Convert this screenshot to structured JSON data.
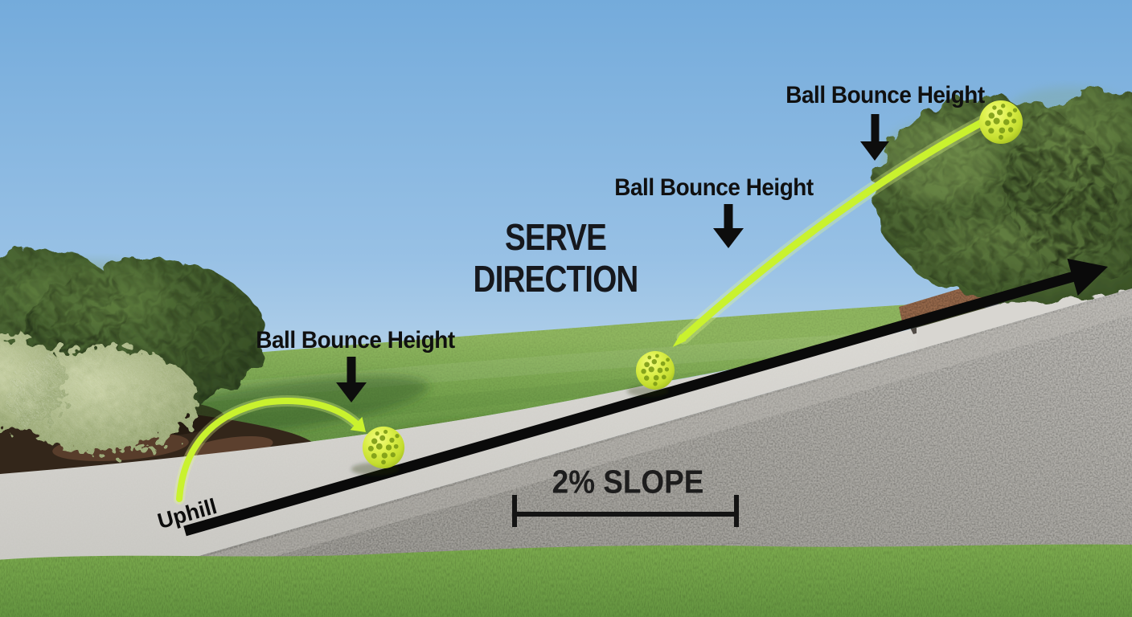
{
  "diagram": {
    "ball_bounce_label": "Ball Bounce Height",
    "serve_direction_label": "SERVE DIRECTION",
    "slope_label": "2% SLOPE",
    "uphill_label": "Uphill",
    "ball_count": 3
  },
  "icons": {
    "pickleball": "pickleball-icon",
    "down_arrow": "down-arrow-icon",
    "serve_direction_arrow": "serve-direction-arrow",
    "bounce_arc": "bounce-arc-icon",
    "measurement_bracket": "measurement-bracket-icon"
  },
  "colors": {
    "ball": "#cdea38",
    "trajectory": "#c9f22e",
    "annotation_black": "#111111",
    "sky_top": "#74abdb",
    "grass_hill": "#6f9d4a",
    "foreground_lawn": "#71a546",
    "gravel": "#a3a19b",
    "path": "#d6d5d0",
    "mulch": "#8a5a3d"
  }
}
